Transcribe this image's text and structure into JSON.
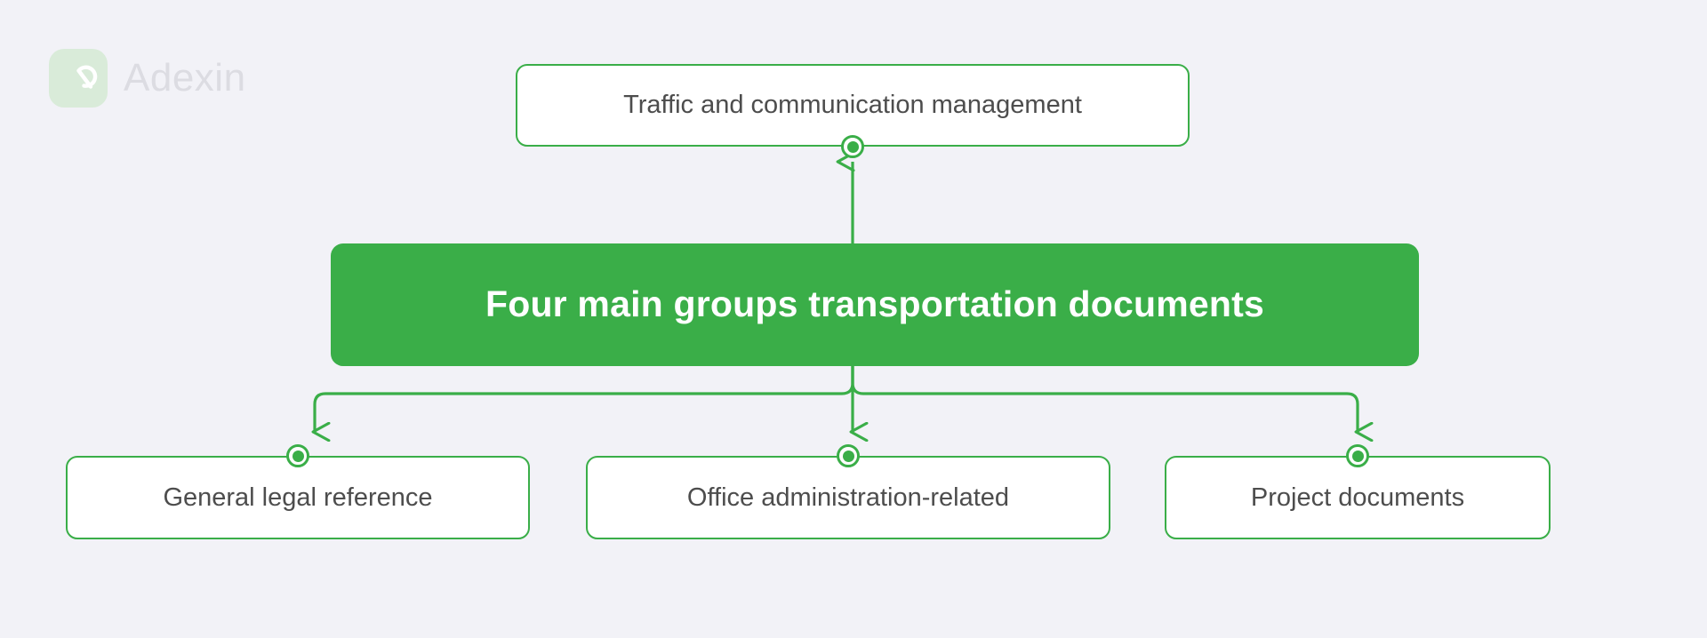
{
  "brand": {
    "name": "Adexin",
    "mark_icon": "adexin-logo-icon"
  },
  "colors": {
    "background": "#f2f2f7",
    "accent_green": "#3aae48",
    "node_fill": "#ffffff",
    "node_text": "#4d4d4d",
    "banner_text": "#ffffff",
    "logo_mark_fill": "#d9ebd9",
    "logo_word_fill": "#dcdce2"
  },
  "diagram": {
    "center": {
      "label": "Four main groups transportation documents"
    },
    "top_node": {
      "label": "Traffic and communication management"
    },
    "leaf_nodes": [
      {
        "label": "General legal reference"
      },
      {
        "label": "Office administration-related"
      },
      {
        "label": "Project documents"
      }
    ]
  }
}
